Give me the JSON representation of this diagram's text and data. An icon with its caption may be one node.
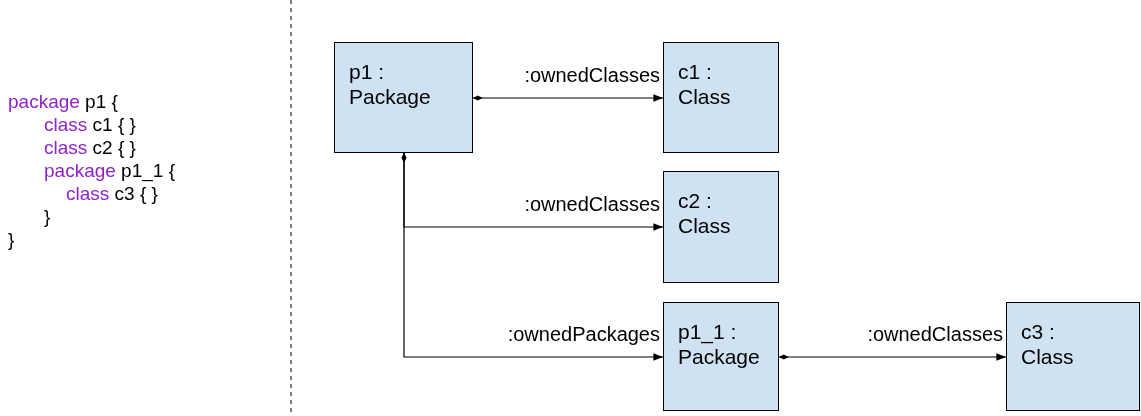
{
  "diagram": {
    "nodes": [
      {
        "text": [
          "p1 : Package"
        ]
      },
      {
        "text": [
          "c1 : Class"
        ]
      },
      {
        "text": [
          "c2 : Class"
        ]
      },
      {
        "text": [
          "p1_1 : Package"
        ]
      },
      {
        "text": [
          "c3 : Class"
        ]
      }
    ],
    "edges": [
      {
        "from": 0,
        "to": 1,
        "arrow": "to",
        "label": ":ownedClasses"
      },
      {
        "from": 0,
        "to": 2,
        "arrow": "to",
        "label": ":ownedClasses"
      },
      {
        "from": 0,
        "to": 3,
        "arrow": "to",
        "label": ":ownedPackages"
      },
      {
        "from": 3,
        "to": 4,
        "arrow": "to",
        "label": ":ownedClasses"
      }
    ],
    "labels": [
      "package p1 {",
      "class c1 { }",
      "class c2 { }",
      "package p1_1 {",
      "class c3 { }",
      "}",
      "}"
    ]
  }
}
